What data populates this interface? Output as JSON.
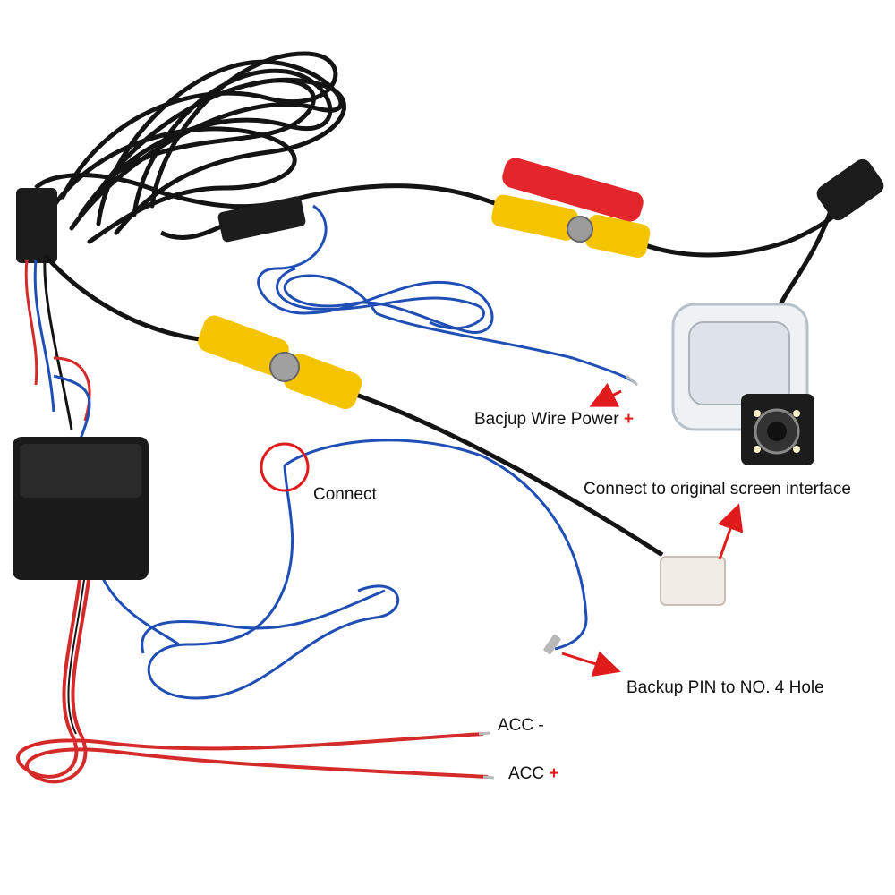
{
  "labels": {
    "backup_power": "Bacjup Wire Power",
    "connect": "Connect",
    "screen_interface": "Connect to original screen interface",
    "backup_pin": "Backup PIN to NO. 4 Hole",
    "acc_minus": "ACC -",
    "acc_plus": "ACC",
    "plus_sign": "+"
  },
  "colors": {
    "wire_black": "#141414",
    "wire_blue": "#1f4fb5",
    "wire_red": "#d42a2a",
    "rca_yellow": "#f5c400",
    "rca_red": "#e3262b",
    "arrow_red": "#e01b1b",
    "connector_white": "#f1ece6",
    "box_black": "#1a1a1a"
  },
  "icons": {
    "camera": "backup-camera-icon",
    "relay_box": "relay-box-icon",
    "connector": "white-plug-icon"
  }
}
